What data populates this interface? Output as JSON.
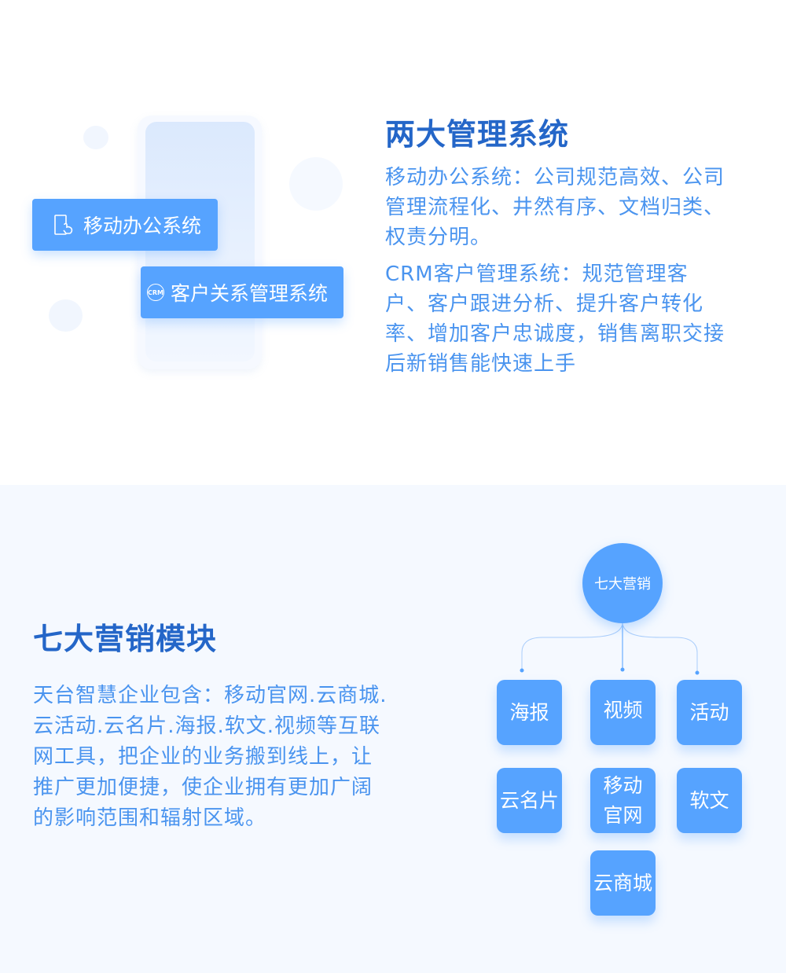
{
  "section1": {
    "title": "两大管理系统",
    "tag_mobile": "移动办公系统",
    "tag_crm": "客户关系管理系统",
    "crm_icon_text": "CRM",
    "para1_lines": [
      "移动办公系统：公司规范高效、公司",
      "管理流程化、井然有序、文档归类、",
      "权责分明。"
    ],
    "para2_lines": [
      "CRM客户管理系统：规范管理客",
      "户、客户跟进分析、提升客户转化",
      "率、增加客户忠诚度，销售离职交接",
      "后新销售能快速上手"
    ]
  },
  "section2": {
    "title": "七大营销模块",
    "para_lines": [
      "天台智慧企业包含：移动官网.云商城.",
      "云活动.云名片.海报.软文.视频等互联",
      "网工具，把企业的业务搬到线上，让",
      "推广更加便捷，使企业拥有更加广阔",
      "的影响范围和辐射区域。"
    ],
    "hub": "七大营销",
    "modules": [
      "海报",
      "视频",
      "活动",
      "云名片",
      "移动官网",
      "软文",
      "云商城"
    ],
    "module_mobile_lines": [
      "移动",
      "官网"
    ]
  },
  "colors": {
    "accent": "#56a3ff",
    "title": "#2466c8",
    "text": "#4a94ef"
  }
}
